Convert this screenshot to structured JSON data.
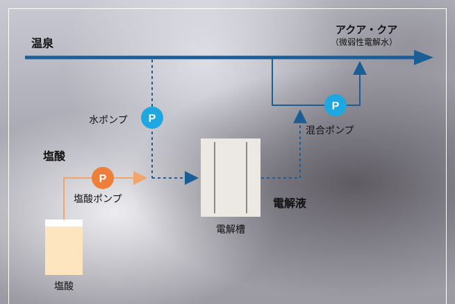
{
  "labels": {
    "onsen": "温泉",
    "aqua_cure": "アクア・クア",
    "aqua_cure_sub": "（微弱性電解水）",
    "water_pump": "水ポンプ",
    "hcl": "塩酸",
    "hcl_pump": "塩酸ポンプ",
    "hcl_tank": "塩酸",
    "electrolysis_tank": "電解槽",
    "electrolyzed_liquid": "電解液",
    "mixing_pump": "混合ポンプ"
  },
  "pump_symbol": "P",
  "colors": {
    "main_pipe": "#1b5e96",
    "dashed_pipe": "#1b5e96",
    "pump_blue": "#1ea7e1",
    "pump_orange": "#ee7f3a",
    "hcl_line": "#f2a56a",
    "hcl_fluid": "#fde6bf",
    "tank_body": "#ece9e4",
    "tank_line": "#8a8a8a"
  },
  "icons": [
    "flow-arrow-icon",
    "pump-icon"
  ]
}
